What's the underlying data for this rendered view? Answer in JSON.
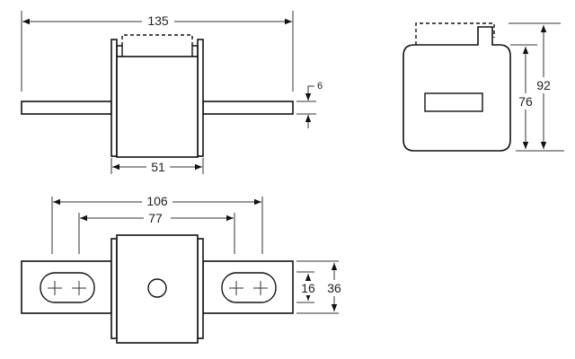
{
  "title": "Fuse dimension drawing",
  "front_view": {
    "overall_length": "135",
    "body_width": "51",
    "tag_thickness": "6"
  },
  "top_view": {
    "outer_hole_spacing": "106",
    "inner_hole_spacing": "77",
    "slot_width": "16",
    "tag_width": "36"
  },
  "side_view": {
    "overall_height": "92",
    "body_height": "76"
  }
}
